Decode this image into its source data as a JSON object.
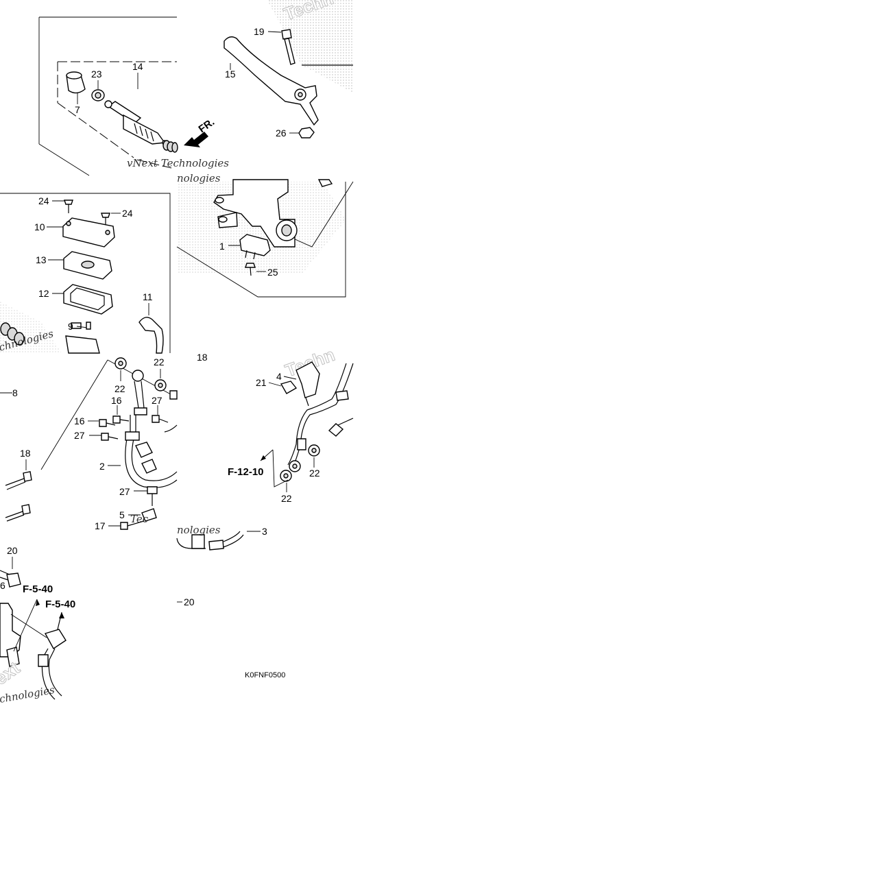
{
  "labels": {
    "p1": "1",
    "p2": "2",
    "p3": "3",
    "p4": "4",
    "p5": "5",
    "p6": "6",
    "p7": "7",
    "p8": "8",
    "p9": "9",
    "p10": "10",
    "p11": "11",
    "p12": "12",
    "p13": "13",
    "p14": "14",
    "p15": "15",
    "p16": "16",
    "p17": "17",
    "p18": "18",
    "p19": "19",
    "p20": "20",
    "p21": "21",
    "p22": "22",
    "p23": "23",
    "p24": "24",
    "p25": "25",
    "p26": "26",
    "p27": "27"
  },
  "refs": {
    "f12_10": "F-12-10",
    "f5_40": "F-5-40"
  },
  "arrow_label": "FR.",
  "diagram_code": "K0FNF0500",
  "watermark": {
    "line1": "vNext Technologies",
    "short1": "Techn",
    "short2": "Tec",
    "short3": "nologies",
    "short4": "chnologies",
    "short5": "ext"
  }
}
